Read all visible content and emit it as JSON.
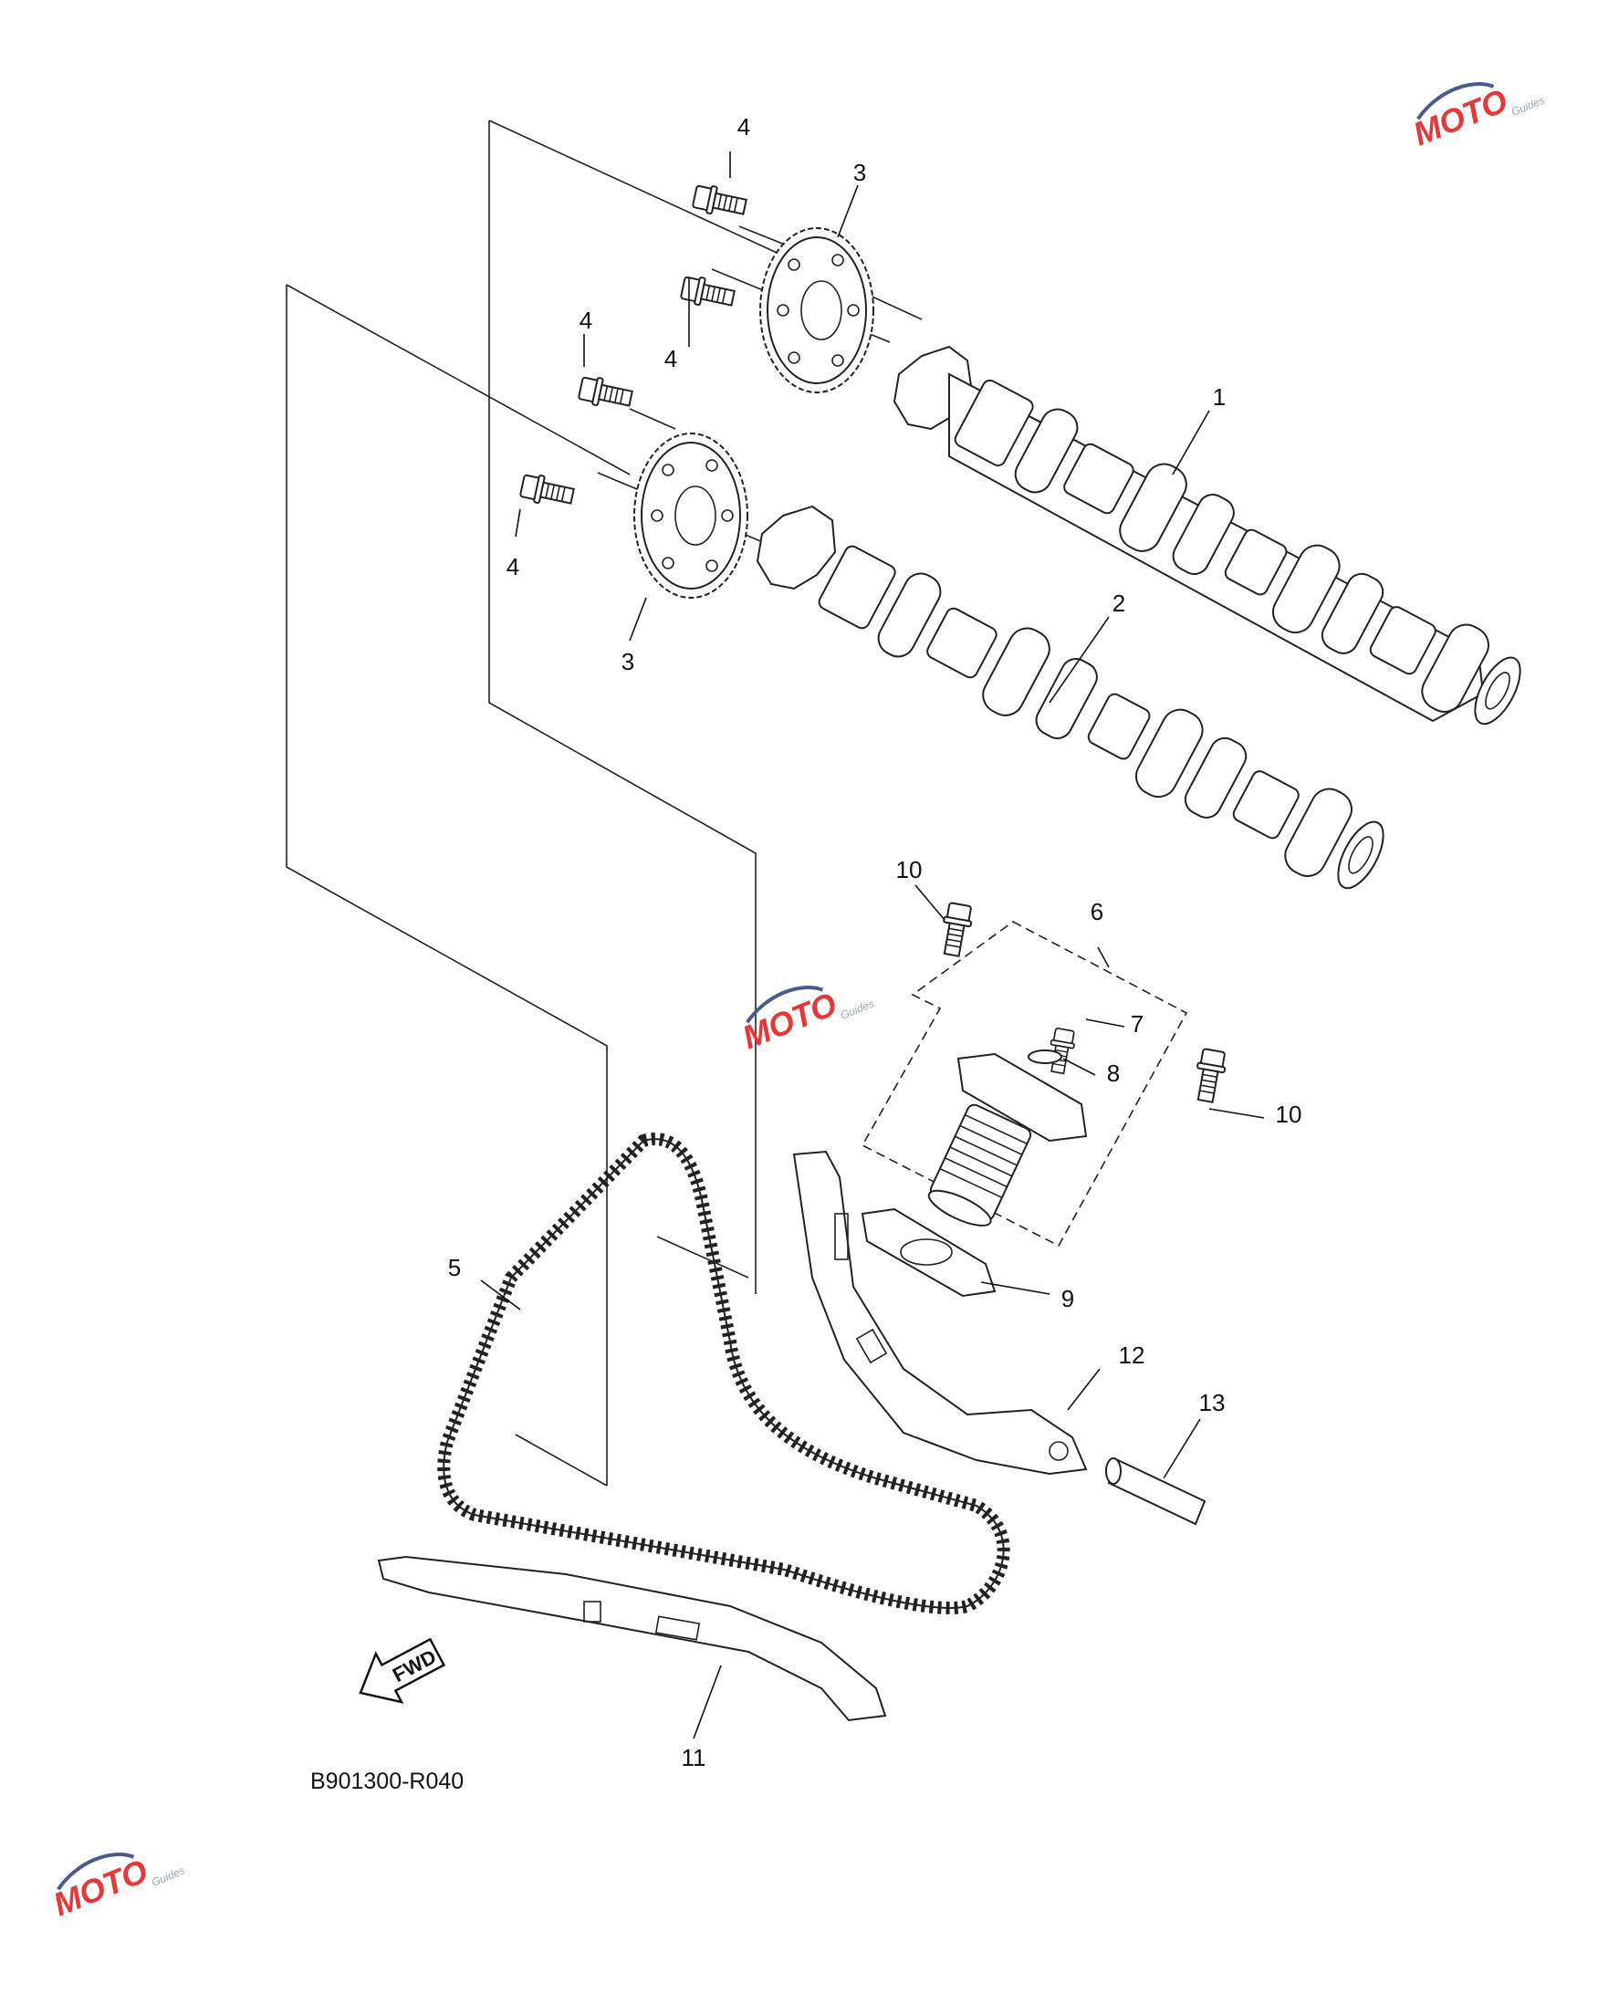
{
  "diagram": {
    "drawing_code": "B901300-R040",
    "fwd_label": "FWD",
    "callouts": [
      {
        "id": "c1",
        "text": "1"
      },
      {
        "id": "c2",
        "text": "2"
      },
      {
        "id": "c3a",
        "text": "3"
      },
      {
        "id": "c3b",
        "text": "3"
      },
      {
        "id": "c4a",
        "text": "4"
      },
      {
        "id": "c4b",
        "text": "4"
      },
      {
        "id": "c4c",
        "text": "4"
      },
      {
        "id": "c4d",
        "text": "4"
      },
      {
        "id": "c5",
        "text": "5"
      },
      {
        "id": "c6",
        "text": "6"
      },
      {
        "id": "c7",
        "text": "7"
      },
      {
        "id": "c8",
        "text": "8"
      },
      {
        "id": "c9",
        "text": "9"
      },
      {
        "id": "c10a",
        "text": "10"
      },
      {
        "id": "c10b",
        "text": "10"
      },
      {
        "id": "c11",
        "text": "11"
      },
      {
        "id": "c12",
        "text": "12"
      },
      {
        "id": "c13",
        "text": "13"
      }
    ]
  },
  "watermark": {
    "logo_text": "MOTO",
    "sub_text": "Guides",
    "colors": {
      "red": "#e23a3a",
      "blue": "#4a5a8a",
      "grey": "#b8c0cc"
    }
  }
}
